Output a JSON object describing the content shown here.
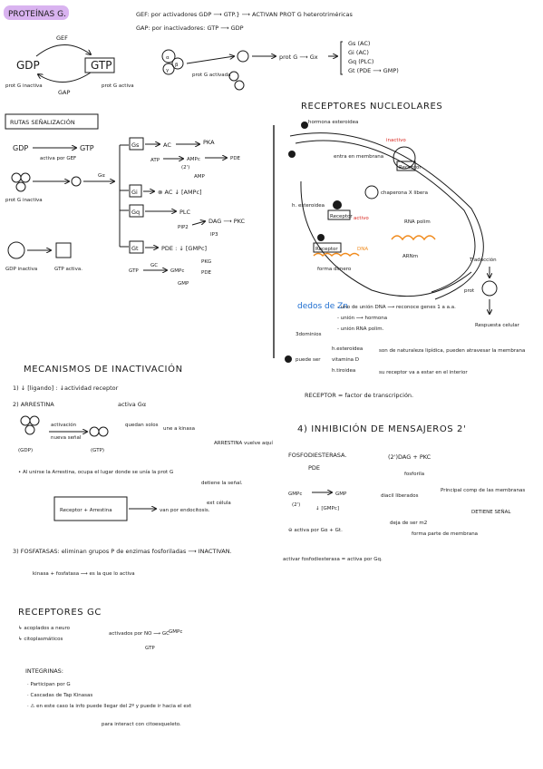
{
  "colors": {
    "ink": "#1a1a1a",
    "highlight": "#d9b3f0",
    "red": "#d8261f",
    "orange": "#f08a1c",
    "blue": "#1f6fd1"
  },
  "proteinas": {
    "title": "PROTEÍNAS G.",
    "gef_line": "GEF: por activadores  GDP ⟶ GTP.} ⟶ ACTIVAN PROT G heterotriméricas",
    "gap_line": "GAP: por inactivadores: GTP ⟶ GDP",
    "cycle": {
      "gef": "GEF",
      "gdp": "GDP",
      "gtp": "GTP",
      "gap": "GAP",
      "inactiva": "prot G inactiva",
      "activa": "prot G activa"
    },
    "subunits": {
      "a": "α",
      "b": "β",
      "g": "γ",
      "activada": "prot G activada",
      "prot_gx": "prot G ⟶ Gx"
    },
    "types": [
      "Gs (AC)",
      "Gi (AC)",
      "Gq (PLC)",
      "Gt (PDE ⟶ GMP)"
    ]
  },
  "rutas": {
    "title": "RUTAS SEÑALIZACIÓN",
    "gdp": "GDP",
    "gtp": "GTP",
    "activa_gef": "activa por GEF",
    "inactiva": "prot G inactiva",
    "ga": "Gα",
    "gs": "Gs",
    "ac": "AC",
    "pka": "PKA",
    "atp": "ATP",
    "ampc": "AMPc",
    "two": "(2')",
    "pde": "PDE",
    "amp": "AMP",
    "gi": "Gi",
    "gi_line": "⊗ AC ↓ [AMPc]",
    "gq": "Gq",
    "plc": "PLC",
    "pip2": "PIP2",
    "dag": "DAG ⟶ PKC",
    "ip3": "IP3",
    "gt": "Gt",
    "gt_line": "PDE : ↓ [GMPc]",
    "gtp_gc": "GTP",
    "gc": "GC",
    "gmpc": "GMPc",
    "pkg": "PKG",
    "pde2": "PDE",
    "gmp": "GMP",
    "gdp_inactiva": "GDP inactiva",
    "gtp_activa": "GTP activa."
  },
  "nucleares": {
    "title": "RECEPTORES NUCLEOLARES",
    "hormona": "hormona esteroidea",
    "entra": "entra en membrana",
    "inactivo": "inactivo",
    "receptor": "Receptor",
    "chaperona": "chaperona X libera",
    "h_esteroidea": "h. esteroidea",
    "activo": "activo",
    "rna_polim": "RNA polim",
    "receptor2": "Receptor",
    "dna": "DNA",
    "arnm": "ARNm",
    "forma_dimero": "forma dímero",
    "traduccion": "Traducción",
    "prot": "prot",
    "respuesta": "Respuesta celular",
    "dedos": "dedos de Zn",
    "dominios": "3dominios",
    "union1": "- uno de unión DNA ⟶ reconoce genes 1 a a.a.",
    "union2": "- unión ⟶ hormona",
    "union3": "- unión RNA polim.",
    "puede_ser": "puede ser",
    "tipos": [
      "h.esteroidea",
      "vitamina D",
      "h.tiroidea"
    ],
    "nota1": "son de naturaleza lipídica, pueden atravesar la membrana",
    "nota2": "su receptor va a estar en el interior",
    "factor": "RECEPTOR = factor de transcripción."
  },
  "mecanismos": {
    "title": "MECANISMOS DE INACTIVACIÓN",
    "item1": "1) ↓ [ligando] : ↓actividad receptor",
    "item2": "2) ARRESTINA",
    "activa_ga": "activa Gα",
    "activacion": "activación",
    "señal": "nueva señal",
    "quedan": "quedan solos",
    "une": "une a kinasa",
    "arrestina_box": "ARRESTINA vuelve aquí",
    "gdp": "(GDP)",
    "gtp": "(GTP)",
    "al_unirse": "• Al unirse la Arrestina, ocupa el lugar donde se unía la prot G",
    "detiene": "detiene la señal.",
    "box": "Receptor + Arrestina",
    "endocitosis": "van por endocitosis.",
    "ext": "ext célula",
    "item3": "3) FOSFATASAS: eliminan grupos P de enzimas fosforiladas ⟶ INACTIVAN.",
    "kinasa_fosfatasa": "kinasa + fosfatasa ⟶ es la que lo activa"
  },
  "inhibicion": {
    "title": "4) INHIBICIÓN DE MENSAJEROS 2'",
    "fosfo": "FOSFODIESTERASA.",
    "pde": "PDE",
    "gmpc": "GMPc",
    "gmp": "GMP",
    "two": "(2')",
    "down_gmpc": "↓ [GMPc]",
    "activa_por": "⊖ activa por Gα + Gt.",
    "dag": "(2')DAG + PKC",
    "fosforila": "fosforila",
    "diacil": "diacil liberados",
    "principal": "Principal comp de las membranas",
    "deja": "deja de ser m2",
    "detiene": "DETIENE SEÑAL",
    "forma": "forma parte de membrana",
    "activar": "activar fosfodiesterasa = activa por Gq."
  },
  "gc": {
    "title": "RECEPTORES GC",
    "line1": "↳ acoplados a neuro",
    "line2": "↳ citoplasmáticos",
    "activados": "activados por NO ⟶ GC",
    "gmpc": "GMPc",
    "gtp": "GTP",
    "integrinas": "INTEGRINAS:",
    "list": [
      "· Participan por G",
      "· Cascadas de Tap Kinasas",
      "· ⚠ en este caso la info puede llegar del 2º y puede ir hacia el ext"
    ],
    "citoesqueleto": "para interact con citoesqueleto."
  }
}
